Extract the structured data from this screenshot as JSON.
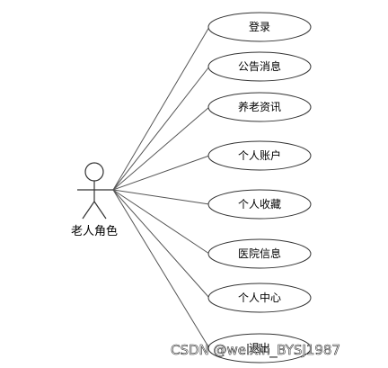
{
  "diagram": {
    "actor": {
      "label": "老人角色"
    },
    "use_cases": [
      {
        "label": "登录"
      },
      {
        "label": "公告消息"
      },
      {
        "label": "养老资讯"
      },
      {
        "label": "个人账户"
      },
      {
        "label": "个人收藏"
      },
      {
        "label": "医院信息"
      },
      {
        "label": "个人中心"
      },
      {
        "label": "退出"
      }
    ]
  },
  "watermark": {
    "text": "CSDN @weixin_BYSJ1987"
  },
  "colors": {
    "line": "#555555",
    "ellipse_stroke": "#333333",
    "ellipse_fill": "#ffffff"
  }
}
